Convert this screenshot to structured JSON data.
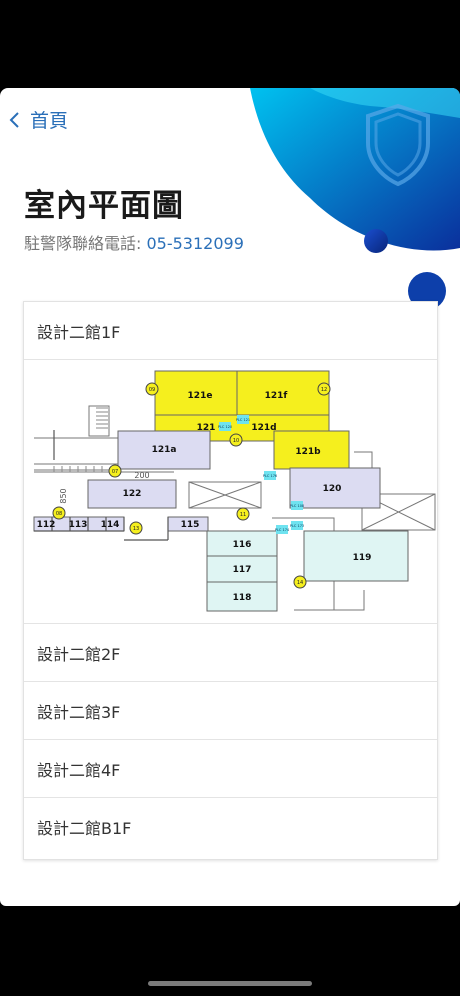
{
  "nav": {
    "back_label": "首頁"
  },
  "page": {
    "title": "室內平面圖",
    "phone_label": "駐警隊聯絡電話: ",
    "phone_number": "05-5312099"
  },
  "floors": [
    {
      "label": "設計二館1F",
      "expanded": true
    },
    {
      "label": "設計二館2F",
      "expanded": false
    },
    {
      "label": "設計二館3F",
      "expanded": false
    },
    {
      "label": "設計二館4F",
      "expanded": false
    },
    {
      "label": "設計二館B1F",
      "expanded": false
    }
  ],
  "floor_plan": {
    "rooms": [
      "121e",
      "121f",
      "121",
      "121d",
      "121a",
      "121b",
      "122",
      "120",
      "112",
      "113",
      "114",
      "115",
      "116",
      "117",
      "118",
      "119"
    ],
    "dimensions": [
      "200",
      "850"
    ],
    "markers": [
      "09",
      "12",
      "10",
      "07",
      "08",
      "11",
      "13",
      "14"
    ],
    "plc_tags": [
      "PLC 120",
      "PLC 121",
      "PLC 176",
      "PLC 108",
      "PLC 173",
      "PLC 174"
    ]
  },
  "colors": {
    "accent": "#2a6fb8",
    "room_yellow": "#f5ef1e",
    "room_lavender": "#dcdcf2",
    "room_cyan": "#dff5f3"
  }
}
